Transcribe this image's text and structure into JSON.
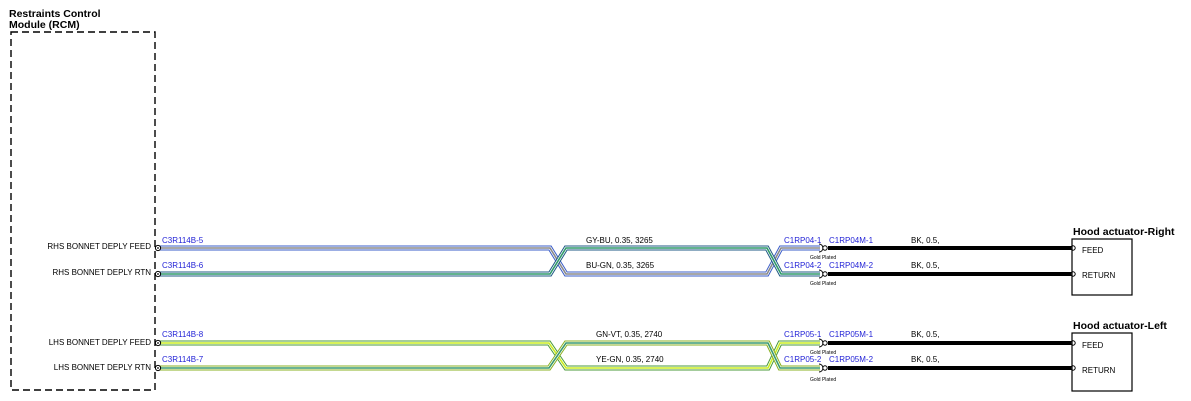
{
  "rcm": {
    "title_line1": "Restraints Control",
    "title_line2": "Module (RCM)"
  },
  "rcm_pins": [
    "RHS BONNET DEPLY FEED",
    "RHS BONNET DEPLY RTN",
    "LHS BONNET DEPLY FEED",
    "LHS BONNET DEPLY RTN"
  ],
  "wires": [
    {
      "pin": "C3R114B-5",
      "wire": "GY-BU,  0.35,  3265",
      "conn_f": "C1RP04-1",
      "conn_m": "C1RP04M-1",
      "plated": "Gold Plated",
      "out": "BK,  0.5,",
      "colors": {
        "outer": "#3a5cc8",
        "inner": "#8a8a8a"
      }
    },
    {
      "pin": "C3R114B-6",
      "wire": "BU-GN,  0.35,  3265",
      "conn_f": "C1RP04-2",
      "conn_m": "C1RP04M-2",
      "plated": "Gold Plated",
      "out": "BK,  0.5,",
      "colors": {
        "outer": "#1f5a85",
        "inner": "#2f9a6a"
      }
    },
    {
      "pin": "C3R114B-8",
      "wire": "GN-VT,  0.35,  2740",
      "conn_f": "C1RP05-1",
      "conn_m": "C1RP05M-1",
      "plated": "Gold Plated",
      "out": "BK,  0.5,",
      "colors": {
        "outer": "#4a9a3a",
        "inner": "#ccee22"
      }
    },
    {
      "pin": "C3R114B-7",
      "wire": "YE-GN,  0.35,  2740",
      "conn_f": "C1RP05-2",
      "conn_m": "C1RP05M-2",
      "plated": "Gold Plated",
      "out": "BK,  0.5,",
      "colors": {
        "outer": "#8ab020",
        "inner": "#3a9a70"
      }
    }
  ],
  "actuators": [
    {
      "title": "Hood actuator-Right",
      "pins": [
        "FEED",
        "RETURN"
      ]
    },
    {
      "title": "Hood actuator-Left",
      "pins": [
        "FEED",
        "RETURN"
      ]
    }
  ]
}
